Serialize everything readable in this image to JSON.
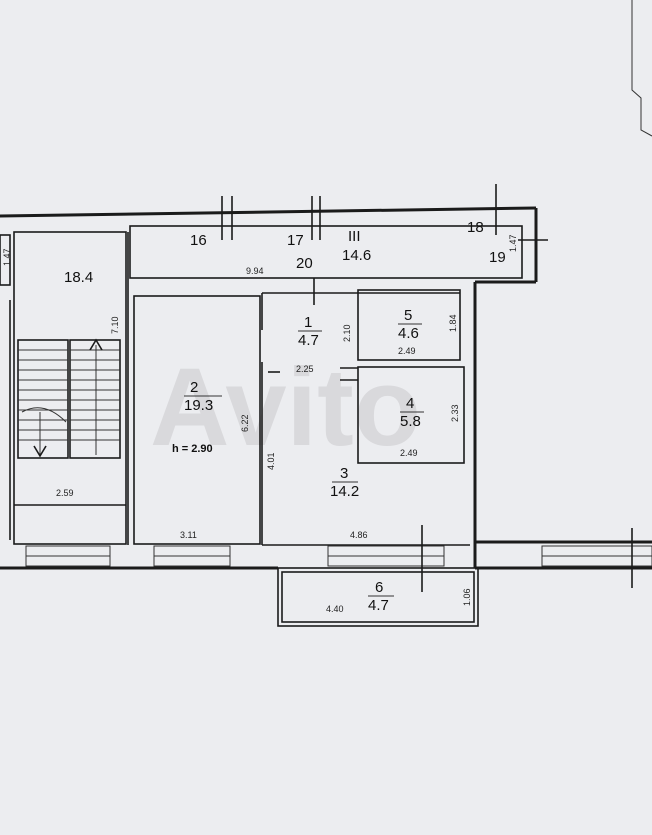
{
  "rooms": [
    {
      "number": "1",
      "area": "4.7"
    },
    {
      "number": "2",
      "area": "19.3"
    },
    {
      "number": "3",
      "area": "14.2"
    },
    {
      "number": "4",
      "area": "5.8"
    },
    {
      "number": "5",
      "area": "4.6"
    },
    {
      "number": "6",
      "area": "4.7"
    },
    {
      "number": "III",
      "area": "14.6"
    },
    {
      "number": "",
      "area": "18.4"
    }
  ],
  "window_numbers": [
    "16",
    "17",
    "18",
    "19",
    "20"
  ],
  "dimensions": {
    "corridor_length": "9.94",
    "room1_width": "2.25",
    "room1_depth": "2.10",
    "room2_width": "3.11",
    "room2_depth": "6.22",
    "room3_width": "4.86",
    "room3_depth": "4.01",
    "room4_width": "2.49",
    "room4_depth": "2.33",
    "room5_width": "2.49",
    "room5_depth": "1.84",
    "balcony_width": "4.40",
    "balcony_depth": "1.06",
    "stair_width": "2.59",
    "stair_depth": "7.10",
    "left_small": "1.47",
    "right_small": "1.47"
  },
  "ceiling_height": "h = 2.90",
  "watermark": "Avito"
}
